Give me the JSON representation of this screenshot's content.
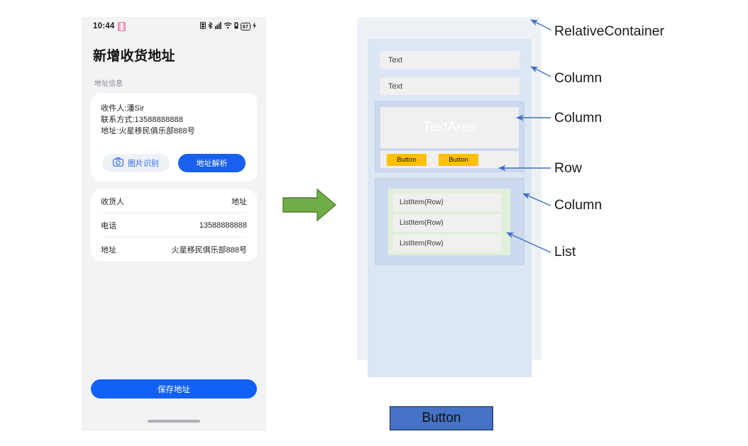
{
  "phone": {
    "status_bar": {
      "time": "10:44",
      "left_icons": [
        "pill-indicator"
      ],
      "right_icons": [
        "sim-icon",
        "bluetooth-icon",
        "signal-icon",
        "wifi-icon",
        "vibrate-icon"
      ],
      "battery_level": "87",
      "charging": true
    },
    "page_title": "新增收货地址",
    "section_label": "地址信息",
    "recognition_card": {
      "lines": [
        "收件人:潘Sir",
        "联系方式:13588888888",
        "地址:火星移民俱乐部888号"
      ],
      "image_recognize_label": "图片识别",
      "parse_address_label": "地址解析"
    },
    "form_rows": [
      {
        "key": "收货人",
        "value": "地址"
      },
      {
        "key": "电话",
        "value": "13588888888"
      },
      {
        "key": "地址",
        "value": "火星移民俱乐部888号"
      }
    ],
    "save_button_label": "保存地址"
  },
  "flow_arrow": {
    "icon": "green-right-arrow",
    "color": "#70ad47"
  },
  "wireframe": {
    "text_fields": [
      "Text",
      "Text"
    ],
    "textarea_label": "TextArea",
    "row_buttons": [
      "Button",
      "Button"
    ],
    "list_items": [
      "ListItem(Row)",
      "ListItem(Row)",
      "ListItem(Row)"
    ],
    "bottom_button_label": "Button",
    "colors": {
      "relative_container": "#dde6f4",
      "column": "#ccd9ee",
      "list": "#e2efda",
      "button_yellow": "#ffc000",
      "button_blue": "#4472c4",
      "field": "#f0f0f0",
      "outer": "#eef2f6"
    }
  },
  "annotations": [
    {
      "id": "relativecontainer",
      "label": "RelativeContainer"
    },
    {
      "id": "column-1",
      "label": "Column"
    },
    {
      "id": "column-2",
      "label": "Column"
    },
    {
      "id": "row",
      "label": "Row"
    },
    {
      "id": "column-3",
      "label": "Column"
    },
    {
      "id": "list",
      "label": "List"
    }
  ],
  "theme": {
    "primary_blue": "#1260f5",
    "arrow_blue": "#3f6fc0",
    "text_dark": "#1f1f1f",
    "muted": "#8a8a8e"
  }
}
